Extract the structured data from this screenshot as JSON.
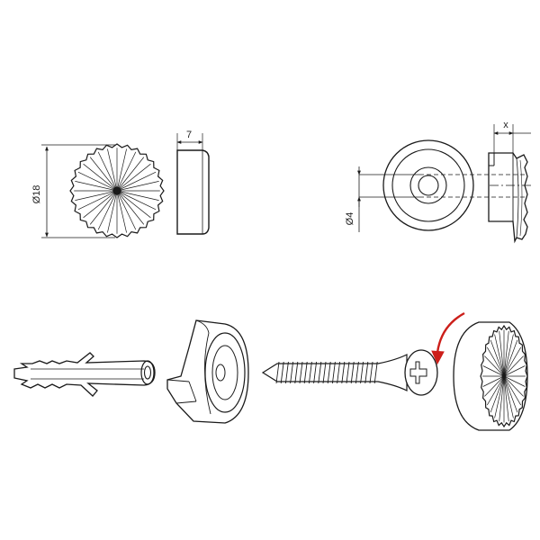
{
  "dimensions": {
    "cap_diameter": "Ø18",
    "cap_thickness": "7",
    "hole_diameter": "Ø4",
    "base_thickness": "x"
  },
  "colors": {
    "line": "#1a1a1a",
    "arrow": "#cc1f1a"
  },
  "icons": [
    "rosette-cap-front",
    "rosette-cap-side",
    "base-ring-front",
    "base-ring-side",
    "wall-plug",
    "base-ring-perspective",
    "screw",
    "rosette-cap-perspective",
    "rotation-arrow"
  ]
}
